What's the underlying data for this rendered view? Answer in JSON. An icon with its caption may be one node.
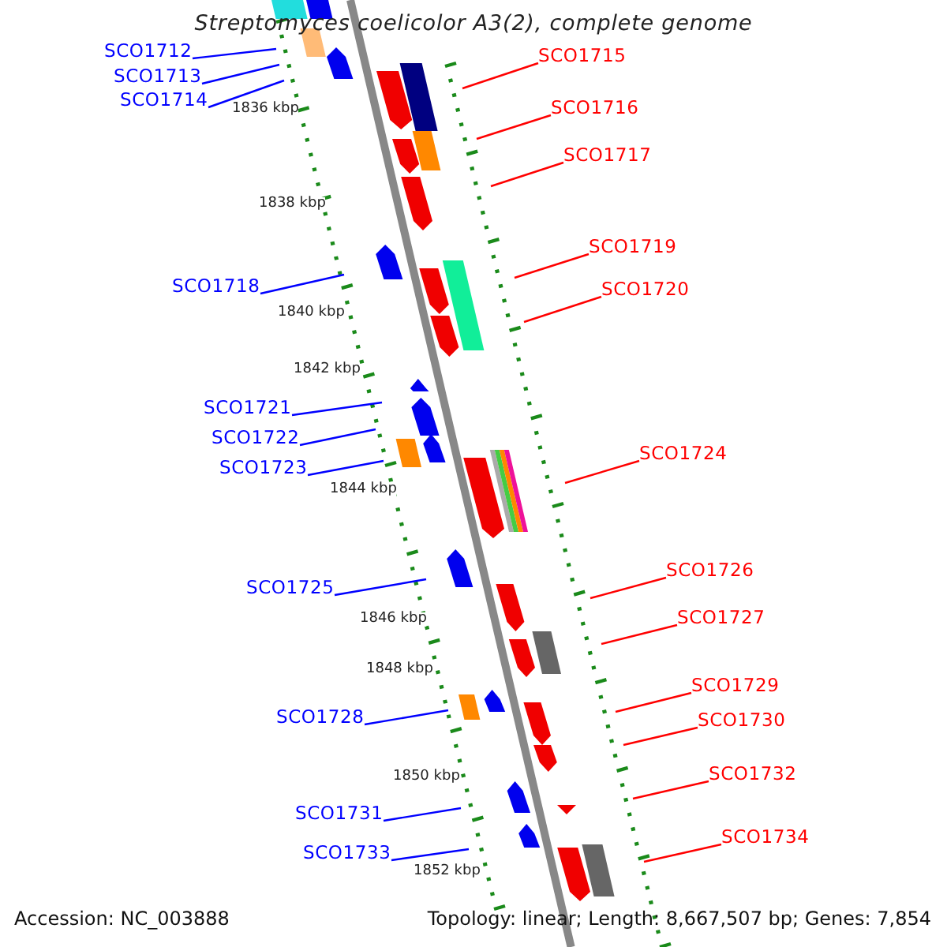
{
  "diagram": {
    "title": "Streptomyces coelicolor A3(2), complete genome",
    "nodes": [
      {
        "text": [
          "SCO1712"
        ]
      },
      {
        "text": [
          "SCO1713"
        ]
      },
      {
        "text": [
          "SCO1714"
        ]
      },
      {
        "text": [
          "SCO1715"
        ]
      },
      {
        "text": [
          "SCO1716"
        ]
      },
      {
        "text": [
          "SCO1717"
        ]
      },
      {
        "text": [
          "SCO1718"
        ]
      },
      {
        "text": [
          "SCO1719"
        ]
      },
      {
        "text": [
          "SCO1720"
        ]
      },
      {
        "text": [
          "SCO1721"
        ]
      },
      {
        "text": [
          "SCO1722"
        ]
      },
      {
        "text": [
          "SCO1723"
        ]
      },
      {
        "text": [
          "SCO1724"
        ]
      },
      {
        "text": [
          "SCO1725"
        ]
      },
      {
        "text": [
          "SCO1726"
        ]
      },
      {
        "text": [
          "SCO1727"
        ]
      },
      {
        "text": [
          "SCO1728"
        ]
      },
      {
        "text": [
          "SCO1729"
        ]
      },
      {
        "text": [
          "SCO1730"
        ]
      },
      {
        "text": [
          "SCO1731"
        ]
      },
      {
        "text": [
          "SCO1732"
        ]
      },
      {
        "text": [
          "SCO1733"
        ]
      },
      {
        "text": [
          "SCO1734"
        ]
      }
    ],
    "edges": [
      {
        "from": 0,
        "to": null,
        "arrow": "none",
        "color": "#0000ff"
      },
      {
        "from": 1,
        "to": null,
        "arrow": "none",
        "color": "#0000ff"
      },
      {
        "from": 2,
        "to": null,
        "arrow": "none",
        "color": "#0000ff"
      },
      {
        "from": 3,
        "to": null,
        "arrow": "none"
      },
      {
        "from": 4,
        "to": null,
        "arrow": "none"
      },
      {
        "from": 5,
        "to": null,
        "arrow": "none"
      },
      {
        "from": 6,
        "to": null,
        "arrow": "none",
        "color": "#0000ff"
      },
      {
        "from": 7,
        "to": null,
        "arrow": "none"
      },
      {
        "from": 8,
        "to": null,
        "arrow": "none"
      },
      {
        "from": 9,
        "to": null,
        "arrow": "none",
        "color": "#0000ff"
      },
      {
        "from": 10,
        "to": null,
        "arrow": "none",
        "color": "#0000ff"
      },
      {
        "from": 11,
        "to": null,
        "arrow": "none",
        "color": "#0000ff"
      },
      {
        "from": 12,
        "to": null,
        "arrow": "none"
      },
      {
        "from": 13,
        "to": null,
        "arrow": "none",
        "color": "#0000ff"
      },
      {
        "from": 14,
        "to": null,
        "arrow": "none"
      },
      {
        "from": 15,
        "to": null,
        "arrow": "none"
      },
      {
        "from": 16,
        "to": null,
        "arrow": "none",
        "color": "#0000ff"
      },
      {
        "from": 17,
        "to": null,
        "arrow": "none"
      },
      {
        "from": 18,
        "to": null,
        "arrow": "none"
      },
      {
        "from": 19,
        "to": null,
        "arrow": "none",
        "color": "#0000ff"
      },
      {
        "from": 20,
        "to": null,
        "arrow": "none"
      },
      {
        "from": 21,
        "to": null,
        "arrow": "none",
        "color": "#0000ff"
      },
      {
        "from": 22,
        "to": null,
        "arrow": "none"
      }
    ],
    "labels": [
      "1836 kbp",
      "1838 kbp",
      "1840 kbp",
      "1842 kbp",
      "1844 kbp",
      "1846 kbp",
      "1848 kbp",
      "1850 kbp",
      "1852 kbp",
      "Accession: NC_003888",
      "Topology: linear; Length: 8,667,507 bp; Genes: 7,854"
    ]
  }
}
